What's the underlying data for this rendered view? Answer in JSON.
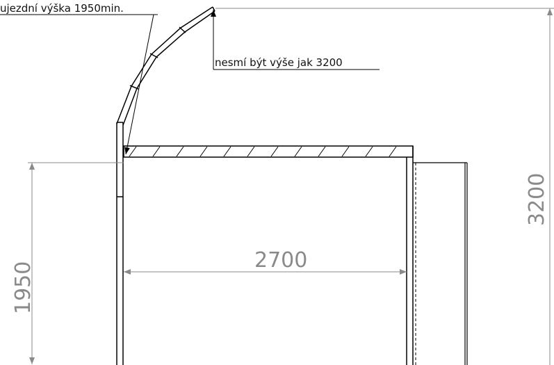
{
  "annotations": {
    "clearance_note": "ujezdní výška 1950min.",
    "max_height_note": "nesmí být výše jak 3200"
  },
  "dimensions": {
    "width": "2700",
    "clearance": "1950",
    "total_height": "3200"
  },
  "colors": {
    "line": "#000000",
    "dimension": "#8a8a8a"
  }
}
